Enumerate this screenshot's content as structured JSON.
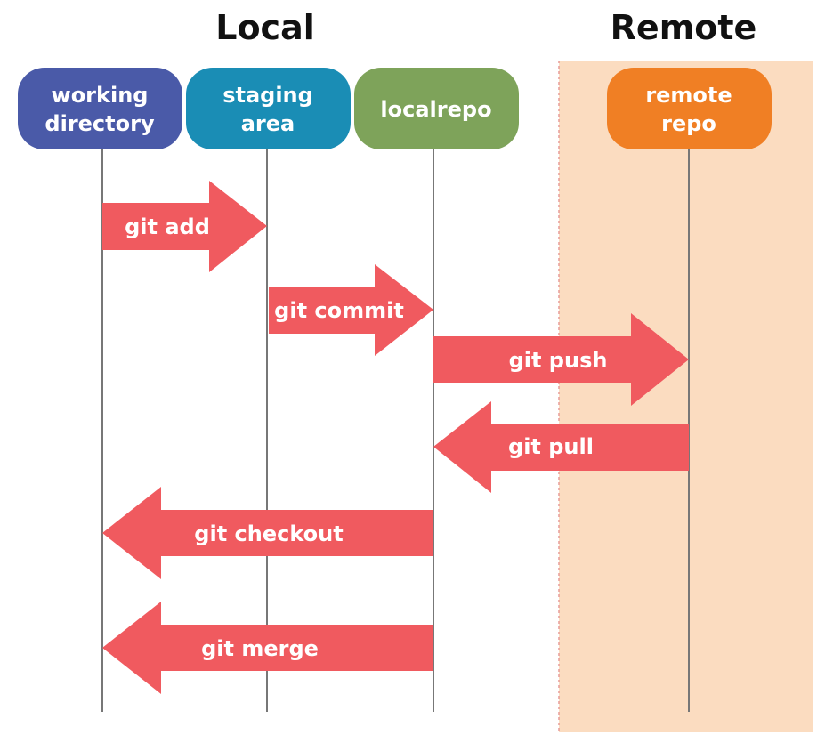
{
  "regions": {
    "local": {
      "title": "Local"
    },
    "remote": {
      "title": "Remote",
      "background_color": "#fbdcc0",
      "border_color": "#e79b97"
    }
  },
  "nodes": [
    {
      "id": "working-directory",
      "lines": [
        "working",
        "directory"
      ],
      "color": "#4a5aa8"
    },
    {
      "id": "staging-area",
      "lines": [
        "staging",
        "area"
      ],
      "color": "#1a8db5"
    },
    {
      "id": "localrepo",
      "lines": [
        "localrepo"
      ],
      "color": "#7ea35a"
    },
    {
      "id": "remote-repo",
      "lines": [
        "remote",
        "repo"
      ],
      "color": "#f07f24"
    }
  ],
  "arrows": [
    {
      "id": "git-add",
      "label": "git add",
      "from": "working-directory",
      "to": "staging-area"
    },
    {
      "id": "git-commit",
      "label": "git commit",
      "from": "staging-area",
      "to": "localrepo"
    },
    {
      "id": "git-push",
      "label": "git push",
      "from": "localrepo",
      "to": "remote-repo"
    },
    {
      "id": "git-pull",
      "label": "git pull",
      "from": "remote-repo",
      "to": "localrepo"
    },
    {
      "id": "git-checkout",
      "label": "git checkout",
      "from": "localrepo",
      "to": "working-directory"
    },
    {
      "id": "git-merge",
      "label": "git merge",
      "from": "localrepo",
      "to": "working-directory"
    }
  ],
  "colors": {
    "arrow": "#f05a5f",
    "lifeline": "#777777",
    "title": "#111111"
  }
}
